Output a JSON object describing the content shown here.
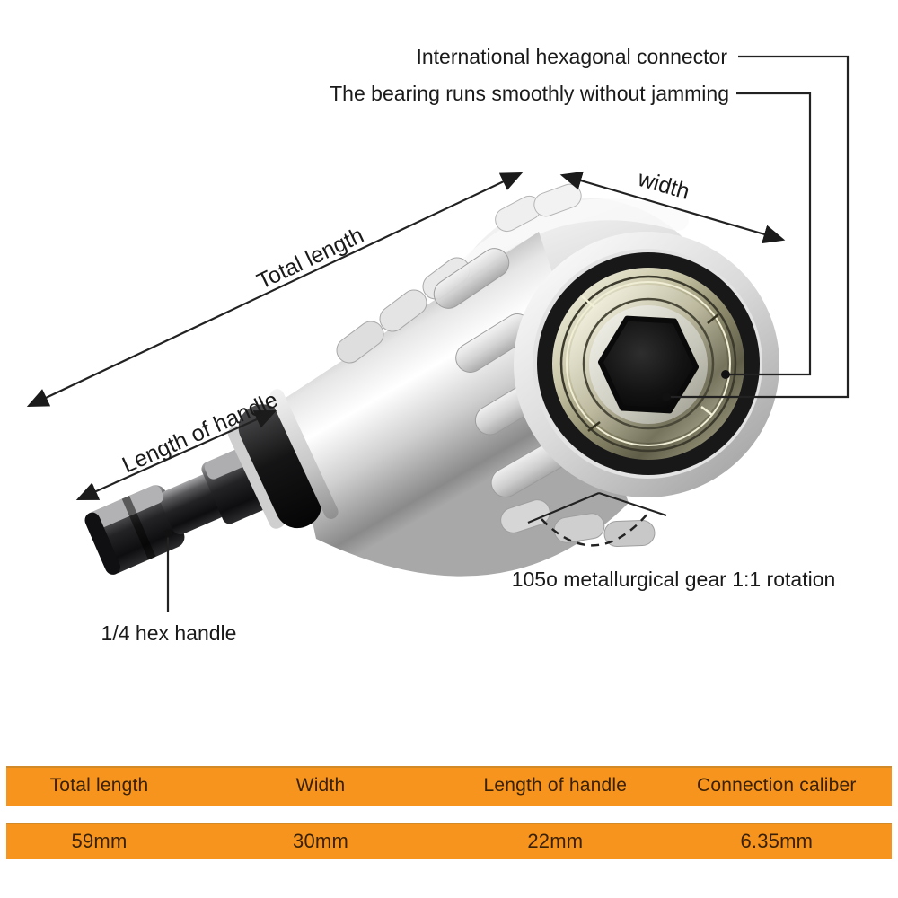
{
  "annotations": {
    "hex_connector": "International hexagonal connector",
    "bearing": "The bearing runs smoothly without jamming",
    "width_label": "width",
    "total_length": "Total length",
    "length_of_handle": "Length of handle",
    "hex_handle": "1/4 hex handle",
    "rotation_note": "105o metallurgical gear 1:1 rotation"
  },
  "spec_table": {
    "headers": [
      "Total length",
      "Width",
      "Length of handle",
      "Connection caliber"
    ],
    "values": [
      "59mm",
      "30mm",
      "22mm",
      "6.35mm"
    ]
  },
  "colors": {
    "table_bar": "#f7941e",
    "table_text": "#3a2106",
    "annotation_ink": "#1a1a1a",
    "background": "#ffffff"
  }
}
